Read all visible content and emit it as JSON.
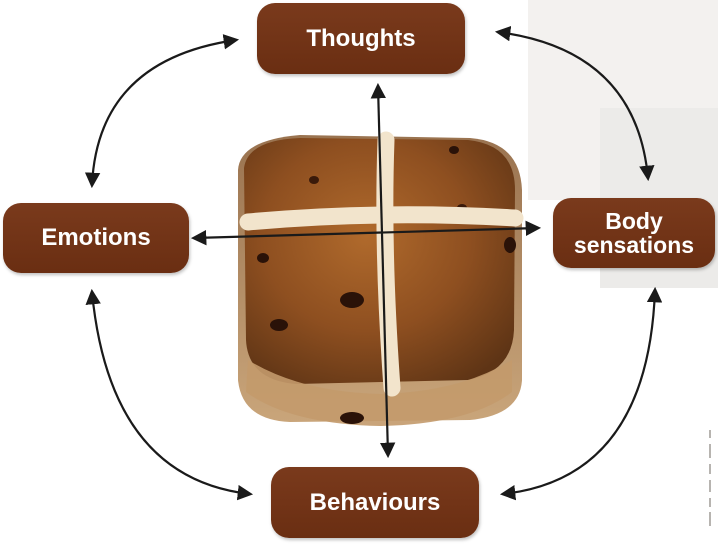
{
  "diagram": {
    "nodes": {
      "thoughts": "Thoughts",
      "emotions": "Emotions",
      "body_sensations": "Body\nsensations",
      "behaviours": "Behaviours"
    },
    "image": "hot-cross-bun",
    "colors": {
      "node_fill": "#6e3014",
      "node_text": "#ffffff",
      "arrow": "#1a1a1a",
      "bun_crust": "#8a4a1e",
      "bun_cross": "#f2e4cc"
    }
  }
}
